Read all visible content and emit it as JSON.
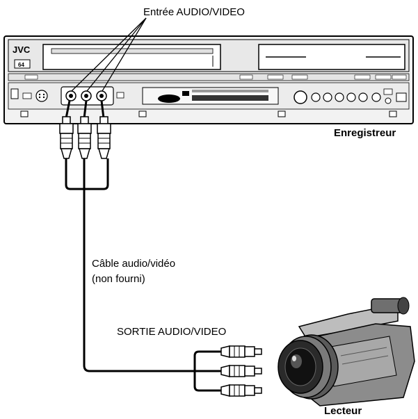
{
  "labels": {
    "input": "Entrée AUDIO/VIDEO",
    "recorder": "Enregistreur",
    "cable_line1": "Câble audio/vidéo",
    "cable_line2": "(non fourni)",
    "output": "SORTIE AUDIO/VIDEO",
    "player": "Lecteur"
  },
  "device_text": {
    "brand": "JVC",
    "channel": "64"
  },
  "colors": {
    "line": "#000000",
    "device_body": "#f2f2f2",
    "panel_shade": "#d9d9d9",
    "camera_body": "#8c8c8c"
  }
}
